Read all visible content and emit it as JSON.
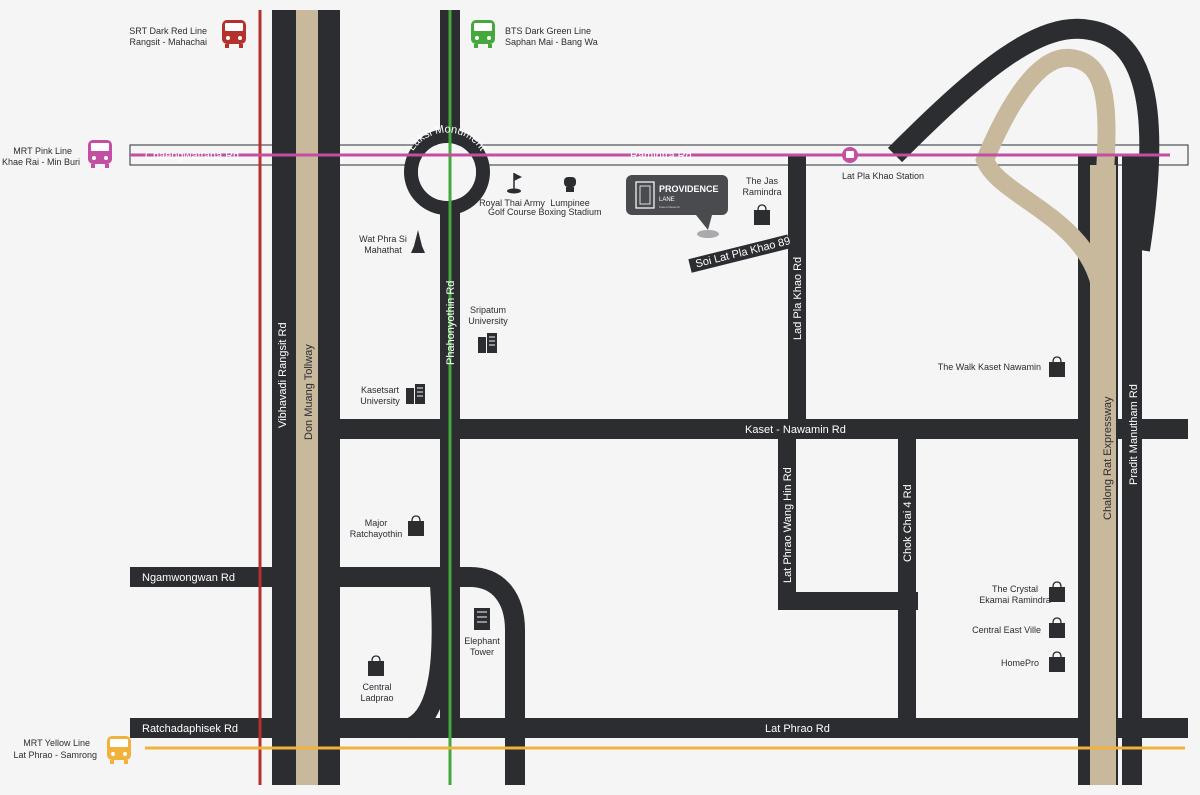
{
  "transit": {
    "srt_dark_red": {
      "line1": "SRT Dark Red Line",
      "line2": "Rangsit - Mahachai",
      "color": "#b7312c"
    },
    "bts_dark_green": {
      "line1": "BTS Dark Green Line",
      "line2": "Saphan Mai - Bang Wa",
      "color": "#45a83d"
    },
    "mrt_pink": {
      "line1": "MRT Pink Line",
      "line2": "Khae Rai - Min Buri",
      "color": "#c24fa1"
    },
    "mrt_yellow": {
      "line1": "MRT Yellow Line",
      "line2": "Lat Phrao - Samrong",
      "color": "#f0b13d"
    }
  },
  "roads": {
    "chaengwattana": "Chaengwattana Rd",
    "ramintra": "Ramintra Rd",
    "laksi": "Laksi Monument",
    "vibhavadi": "Vibhavadi Rangsit Rd",
    "don_muang": "Don Muang Tollway",
    "phahonyothin": "Phahonyothin Rd",
    "lad_pla_khao": "Lad Pla Khao Rd",
    "soi": "Soi Lat Pla Khao 89",
    "kaset": "Kaset - Nawamin Rd",
    "lat_phrao_wang_hin": "Lat Phrao Wang Hin Rd",
    "chok_chai": "Chok Chai 4 Rd",
    "ngamwongwan": "Ngamwongwan Rd",
    "ratchadaphisek": "Ratchadaphisek Rd",
    "lat_phrao": "Lat Phrao Rd",
    "chalong_rat": "Chalong Rat Expressway",
    "pradit": "Pradit Manutham Rd"
  },
  "station": "Lat Pla Khao Station",
  "project": {
    "name": "PROVIDENCE",
    "sub": "LANE",
    "tag": "Kaset-Nawamin"
  },
  "poi": {
    "golf": {
      "line1": "Royal Thai Army",
      "line2": "Golf Course"
    },
    "boxing": {
      "line1": "Lumpinee",
      "line2": "Boxing Stadium"
    },
    "jas": {
      "line1": "The Jas",
      "line2": "Ramindra"
    },
    "wat": {
      "line1": "Wat Phra Si",
      "line2": "Mahathat"
    },
    "sripatum": {
      "line1": "Sripatum",
      "line2": "University"
    },
    "kasetsart": {
      "line1": "Kasetsart",
      "line2": "University"
    },
    "walk": "The Walk Kaset Nawamin",
    "major": {
      "line1": "Major",
      "line2": "Ratchayothin"
    },
    "crystal": {
      "line1": "The Crystal",
      "line2": "Ekamai Ramindra"
    },
    "central_east": "Central East Ville",
    "homepro": "HomePro",
    "elephant": {
      "line1": "Elephant",
      "line2": "Tower"
    },
    "central_ladprao": {
      "line1": "Central",
      "line2": "Ladprao"
    }
  },
  "icons": {
    "train": "train-icon",
    "bag": "shopping-bag-icon",
    "building": "building-icon",
    "golf": "golf-flag-icon",
    "glove": "boxing-glove-icon",
    "temple": "temple-icon",
    "pin": "location-pin-icon"
  }
}
